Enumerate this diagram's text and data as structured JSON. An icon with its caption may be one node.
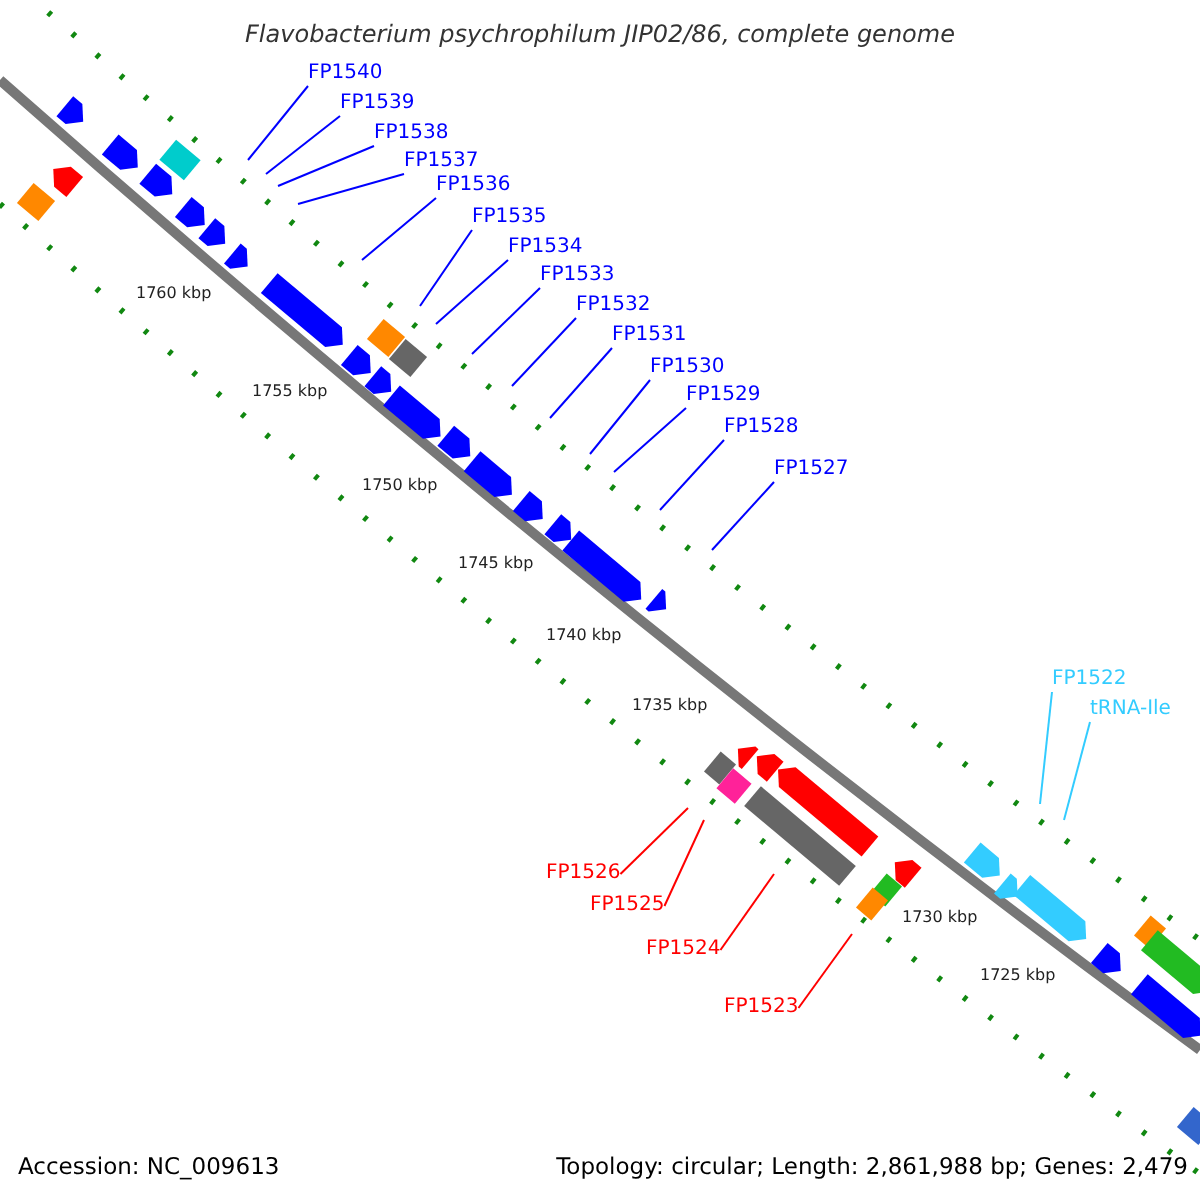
{
  "diagram": {
    "title": "Flavobacterium psychrophilum JIP02/86, complete genome",
    "nodes": [
      {
        "text": [
          "FP1540"
        ]
      },
      {
        "text": [
          "FP1539"
        ]
      },
      {
        "text": [
          "FP1538"
        ]
      },
      {
        "text": [
          "FP1537"
        ]
      },
      {
        "text": [
          "FP1536"
        ]
      },
      {
        "text": [
          "FP1535"
        ]
      },
      {
        "text": [
          "FP1534"
        ]
      },
      {
        "text": [
          "FP1533"
        ]
      },
      {
        "text": [
          "FP1532"
        ]
      },
      {
        "text": [
          "FP1531"
        ]
      },
      {
        "text": [
          "FP1530"
        ]
      },
      {
        "text": [
          "FP1529"
        ]
      },
      {
        "text": [
          "FP1528"
        ]
      },
      {
        "text": [
          "FP1527"
        ]
      },
      {
        "text": [
          "FP1522"
        ]
      },
      {
        "text": [
          "tRNA-Ile"
        ]
      },
      {
        "text": [
          "FP1526"
        ]
      },
      {
        "text": [
          "FP1525"
        ]
      },
      {
        "text": [
          "FP1524"
        ]
      },
      {
        "text": [
          "FP1523"
        ]
      }
    ],
    "edges": [
      {
        "from": 0,
        "to": null,
        "arrow": "none"
      },
      {
        "from": 1,
        "to": null,
        "arrow": "none"
      },
      {
        "from": 2,
        "to": null,
        "arrow": "none"
      },
      {
        "from": 3,
        "to": null,
        "arrow": "none"
      },
      {
        "from": 4,
        "to": null,
        "arrow": "none"
      },
      {
        "from": 5,
        "to": null,
        "arrow": "none"
      },
      {
        "from": 6,
        "to": null,
        "arrow": "none"
      },
      {
        "from": 7,
        "to": null,
        "arrow": "none"
      },
      {
        "from": 8,
        "to": null,
        "arrow": "none"
      },
      {
        "from": 9,
        "to": null,
        "arrow": "none"
      },
      {
        "from": 10,
        "to": null,
        "arrow": "none"
      },
      {
        "from": 11,
        "to": null,
        "arrow": "none"
      },
      {
        "from": 12,
        "to": null,
        "arrow": "none"
      },
      {
        "from": 13,
        "to": null,
        "arrow": "none"
      },
      {
        "from": 14,
        "to": null,
        "arrow": "none",
        "color": "#33ccff"
      },
      {
        "from": 15,
        "to": null,
        "arrow": "none",
        "color": "#33ccff"
      },
      {
        "from": 16,
        "to": null,
        "arrow": "none",
        "color": "#ff0000"
      },
      {
        "from": 17,
        "to": null,
        "arrow": "none",
        "color": "#ff0000"
      },
      {
        "from": 18,
        "to": null,
        "arrow": "none",
        "color": "#ff0000"
      },
      {
        "from": 19,
        "to": null,
        "arrow": "none",
        "color": "#ff0000"
      }
    ],
    "labels": [
      "1760 kbp",
      "1755 kbp",
      "1750 kbp",
      "1745 kbp",
      "1740 kbp",
      "1735 kbp",
      "1730 kbp",
      "1725 kbp",
      "Accession: NC_009613",
      "Topology: circular; Length: 2,861,988 bp; Genes: 2,479"
    ]
  }
}
